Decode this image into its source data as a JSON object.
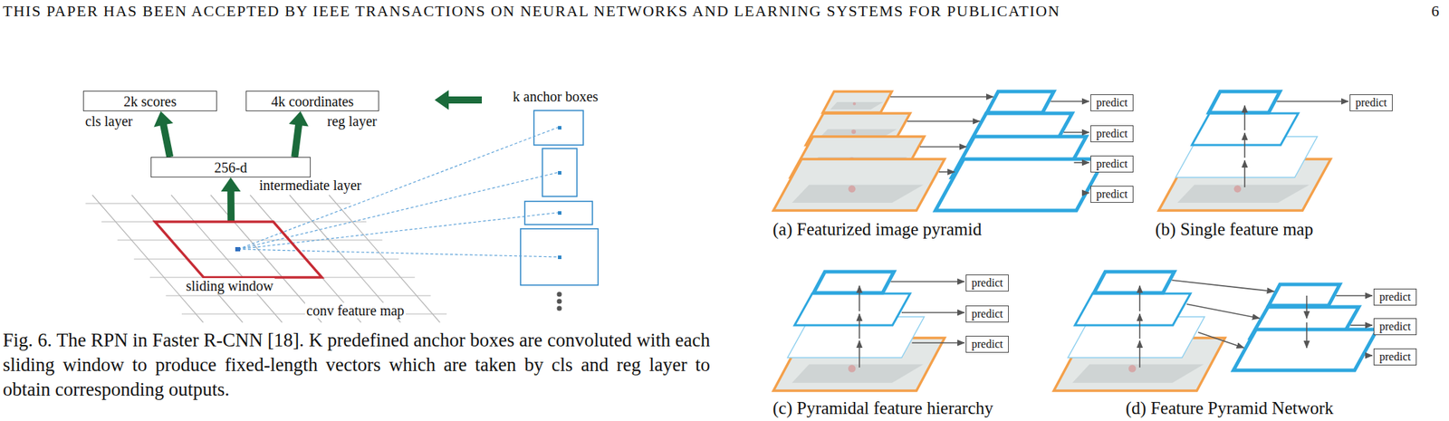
{
  "diagram": {
    "caption": "Fig. 6. The RPN in Faster R-CNN [18]. K predefined anchor boxes are convoluted with each sliding window to produce fixed-length vectors which are taken by cls and reg layer to obtain corresponding outputs.",
    "nodes": [
      {
        "text": [
          "2k scores",
          "cls layer"
        ]
      },
      {
        "text": [
          "4k coordinates",
          "reg layer"
        ]
      },
      {
        "text": [
          "256-d",
          "intermediate layer"
        ]
      },
      {
        "text": [
          "sliding window"
        ]
      },
      {
        "text": [
          "predict"
        ]
      },
      {
        "text": [
          "predict"
        ]
      },
      {
        "text": [
          "predict"
        ]
      },
      {
        "text": [
          "predict"
        ]
      },
      {
        "text": [
          "predict"
        ]
      },
      {
        "text": [
          "predict"
        ]
      },
      {
        "text": [
          "predict"
        ]
      },
      {
        "text": [
          "predict"
        ]
      },
      {
        "text": [
          "predict"
        ]
      },
      {
        "text": [
          "predict"
        ]
      },
      {
        "text": [
          "predict"
        ]
      }
    ],
    "edges": [
      {
        "from": 2,
        "to": 0,
        "arrow": "to"
      },
      {
        "from": 2,
        "to": 1,
        "arrow": "to"
      },
      {
        "from": 3,
        "to": 2,
        "arrow": "to"
      }
    ],
    "labels": [
      "THIS PAPER HAS BEEN ACCEPTED BY IEEE TRANSACTIONS ON NEURAL NETWORKS AND LEARNING SYSTEMS FOR PUBLICATION",
      "6",
      "k anchor boxes",
      "conv feature map",
      "(a) Featurized image pyramid",
      "(b) Single feature map",
      "(c) Pyramidal feature hierarchy",
      "(d) Feature Pyramid Network"
    ]
  }
}
